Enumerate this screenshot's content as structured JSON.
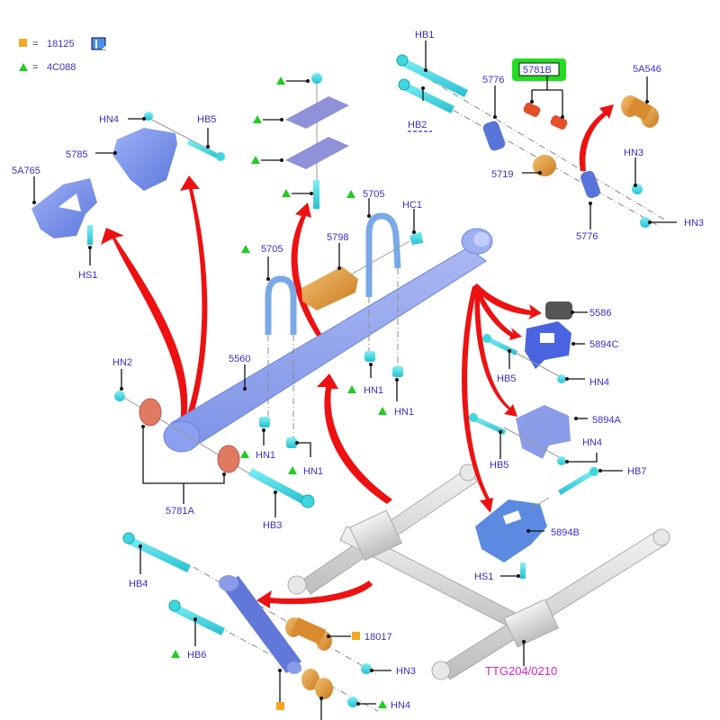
{
  "legend": [
    {
      "symbol": "orange-square",
      "equals": "=",
      "code": "18125",
      "color": "#f5a623"
    },
    {
      "symbol": "green-triangle",
      "equals": "=",
      "code": "4C088",
      "color": "#22cc22"
    }
  ],
  "legend_icon": "book-icon",
  "colors": {
    "label": "#3a2fd0",
    "arrow": "#ee1111",
    "part_blue": "#6b86e8",
    "part_cyan": "#3fd6e0",
    "part_orange": "#e09a35",
    "part_red": "#e0502a",
    "highlight": "#22dd22",
    "reference": "#e020c0"
  },
  "labels": {
    "hb1": "HB1",
    "hb2": "HB2",
    "p5776_top": "5776",
    "p5781b": "5781B",
    "p5a546": "5A546",
    "p5719": "5719",
    "hn3_upper": "HN3",
    "hn3_lower": "HN3",
    "p5776_bottom": "5776",
    "hn4_top": "HN4",
    "hb5_top": "HB5",
    "p5785": "5785",
    "p5a765": "5A765",
    "hs1_left": "HS1",
    "hc1": "HC1",
    "p5705_left": "5705",
    "p5705_right": "5705",
    "p5798": "5798",
    "p5560": "5560",
    "hn1_a": "HN1",
    "hn1_b": "HN1",
    "hn1_c": "HN1",
    "hn1_d": "HN1",
    "hn2": "HN2",
    "p5781a": "5781A",
    "hb3": "HB3",
    "p5586": "5586",
    "p5894c": "5894C",
    "hb5_mid": "HB5",
    "hn4_mid": "HN4",
    "p5894a": "5894A",
    "hb5_low": "HB5",
    "hn4_low": "HN4",
    "hb7": "HB7",
    "p5894b": "5894B",
    "hs1_right": "HS1",
    "hb4": "HB4",
    "hb6": "HB6",
    "p18017": "18017",
    "hn3_bottom": "HN3",
    "hn4_bottom": "HN4",
    "reference_code": "TTG204/0210"
  }
}
